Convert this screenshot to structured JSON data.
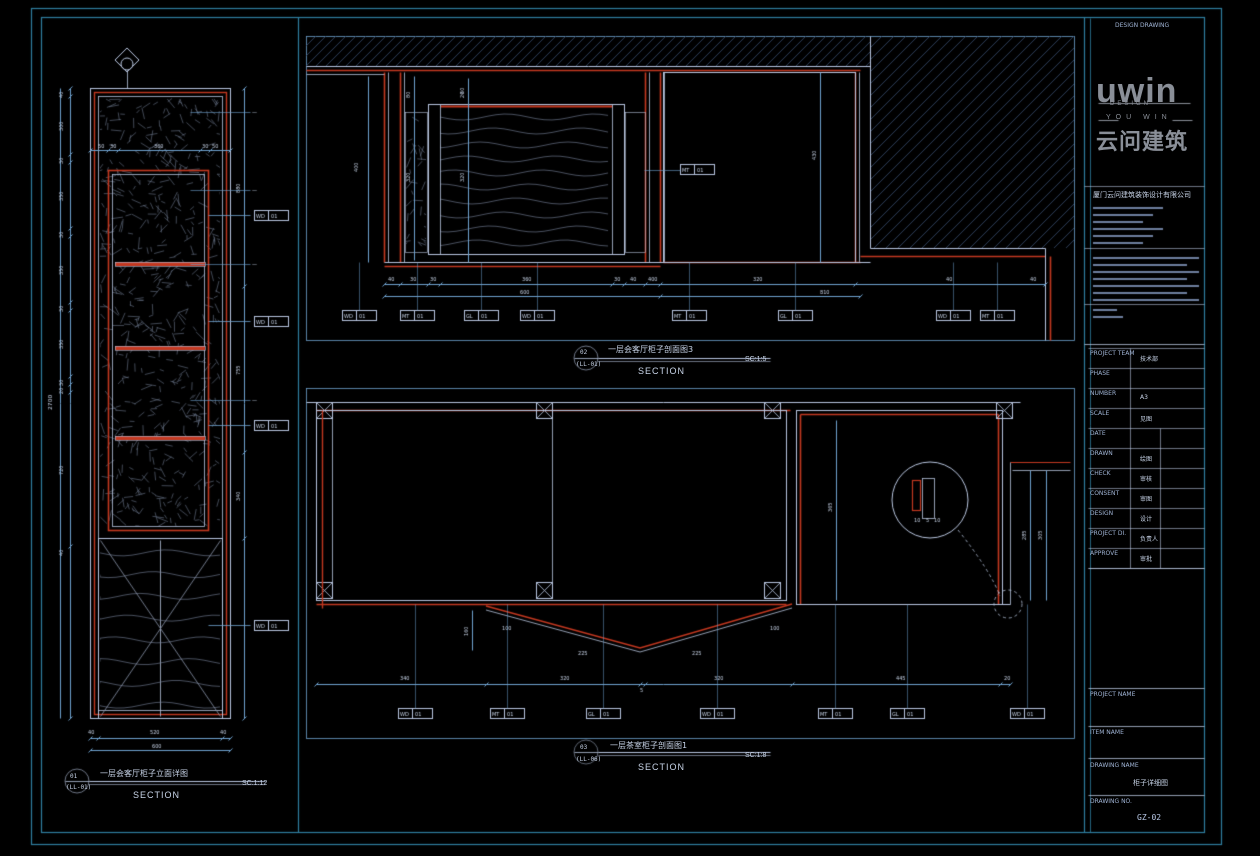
{
  "colors": {
    "frame": "#2f7fa0",
    "line": "#b9c6e0",
    "wall": "#c43820",
    "dim": "#6fa3d0",
    "text": "#c8d4e8",
    "hatch": "#3a4d6e"
  },
  "logo": {
    "brand": "uwin",
    "sub_design": "DESIGN",
    "sub_en": "YOU WIN",
    "brand_cn": "云问建筑"
  },
  "title_block": {
    "top_code": "DESIGN DRAWING",
    "company": "厦门云问建筑装饰设计有限公司",
    "rows": [
      {
        "label": "PROJECT TEAM",
        "value": "技术部"
      },
      {
        "label": "PHASE",
        "value": ""
      },
      {
        "label": "NUMBER",
        "value": "A3"
      },
      {
        "label": "SCALE",
        "value": "见图"
      },
      {
        "label": "DATE",
        "value": ""
      },
      {
        "label": "DRAWN",
        "value": "绘图"
      },
      {
        "label": "CHECK",
        "value": "审核"
      },
      {
        "label": "CONSENT",
        "value": "审图"
      },
      {
        "label": "DESIGN",
        "value": "设计"
      },
      {
        "label": "PROJECT DI.",
        "value": "负责人"
      },
      {
        "label": "APPROVE",
        "value": "审批"
      }
    ],
    "project_name_label": "PROJECT NAME",
    "item_name_label": "ITEM NAME",
    "drawing_name_label": "DRAWING NAME",
    "drawing_name": "柜子详细图",
    "drawing_number_label": "DRAWING NO.",
    "sheet_code": "GZ-02"
  },
  "views": [
    {
      "num": "01",
      "ref": "(LL-01)",
      "title": "一层会客厅柜子立面详图",
      "sub": "SECTION",
      "scale": "SC:1:12"
    },
    {
      "num": "02",
      "ref": "(LL-01)",
      "title": "一层会客厅柜子剖面图3",
      "sub": "SECTION",
      "scale": "SC:1:5"
    },
    {
      "num": "03",
      "ref": "(LL-06)",
      "title": "一层茶室柜子剖面图1",
      "sub": "SECTION",
      "scale": "SC:1:8"
    }
  ],
  "dims": {
    "elev_total": "2700",
    "elev_left": [
      "40",
      "300",
      "30",
      "350",
      "30",
      "350",
      "30",
      "350",
      "30",
      "20",
      "720",
      "40"
    ],
    "elev_right": [
      "880",
      "755",
      "340"
    ],
    "elev_bottom": [
      "40",
      "520",
      "40"
    ],
    "elev_bottom_total": "600",
    "elev_top": [
      "50",
      "30",
      "360",
      "30",
      "50"
    ],
    "sec2_bottom": [
      "40",
      "30",
      "30",
      "360",
      "30",
      "40",
      "400",
      "320",
      "40"
    ],
    "sec2_totals": [
      "600",
      "810"
    ],
    "sec2_vert": [
      "400",
      "80",
      "320",
      "20",
      "60",
      "430"
    ],
    "sec3_bottom": [
      "340",
      "320",
      "5",
      "320",
      "445",
      "20"
    ],
    "sec3_diag": [
      "100",
      "225",
      "225",
      "100"
    ],
    "sec3_vert": [
      "160",
      "365",
      "285",
      "305"
    ],
    "sec3_detail": [
      "10",
      "5",
      "10"
    ]
  },
  "tags": [
    {
      "top": "WD",
      "bot": "01"
    },
    {
      "top": "MT",
      "bot": "01"
    },
    {
      "top": "GL",
      "bot": "01"
    }
  ]
}
